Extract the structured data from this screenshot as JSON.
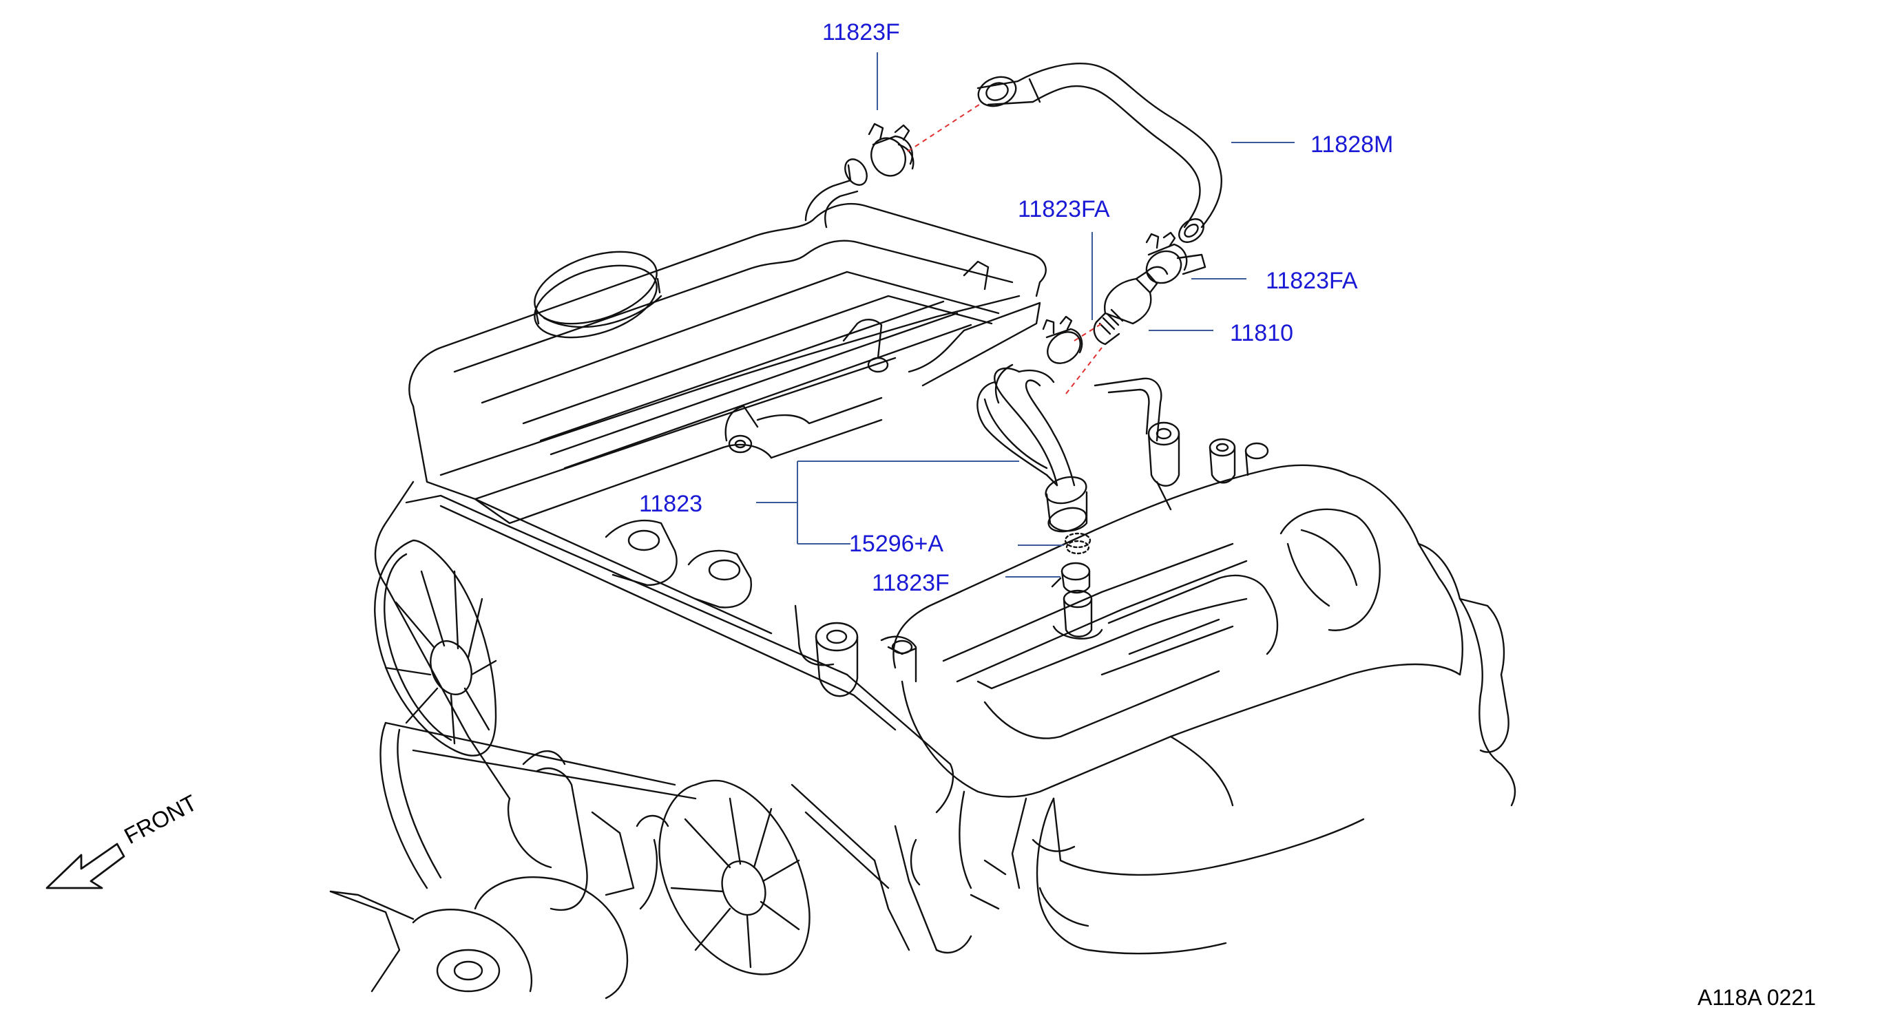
{
  "diagram": {
    "parts": [
      {
        "id": "11823F-top",
        "number": "11823F"
      },
      {
        "id": "11828M",
        "number": "11828M"
      },
      {
        "id": "11823FA-mid",
        "number": "11823FA"
      },
      {
        "id": "11823FA-right",
        "number": "11823FA"
      },
      {
        "id": "11810",
        "number": "11810"
      },
      {
        "id": "11823",
        "number": "11823"
      },
      {
        "id": "15296+A",
        "number": "15296+A"
      },
      {
        "id": "11823F-lower",
        "number": "11823F"
      }
    ],
    "front_label": "FRONT",
    "reference_code": "A118A  0221"
  },
  "colors": {
    "label": "#1a1ad6",
    "leader": "#3a5a9a",
    "dashed_line": "#e03030",
    "line_art": "#111111"
  }
}
